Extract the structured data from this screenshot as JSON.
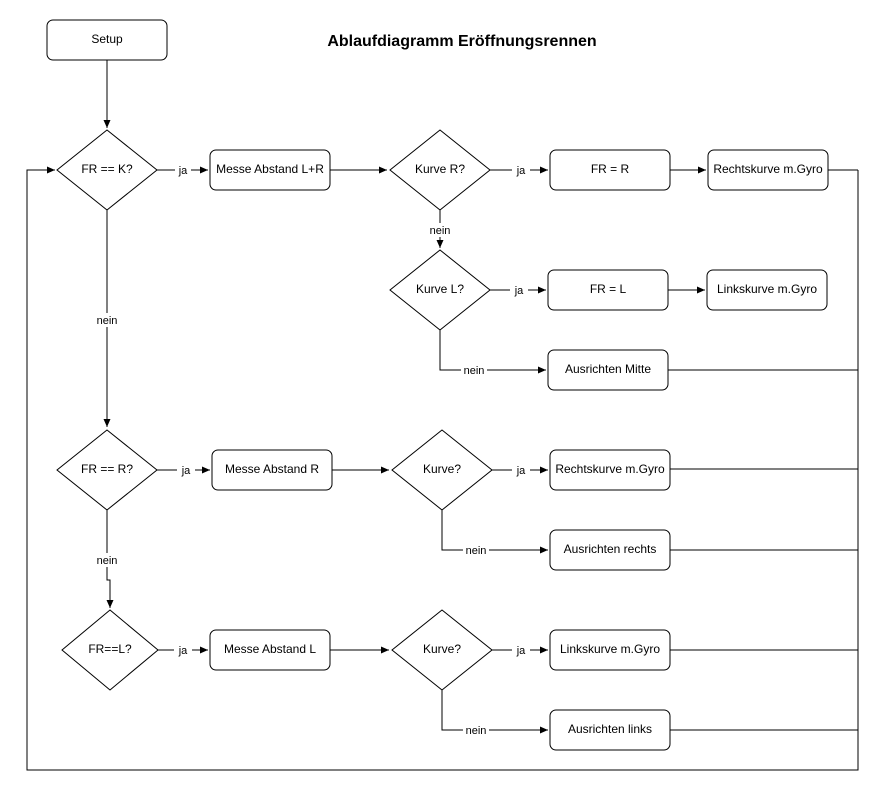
{
  "title": "Ablaufdiagramm Eröffnungsrennen",
  "nodes": {
    "setup": "Setup",
    "fr_k": "FR == K?",
    "messe_lr": "Messe Abstand L+R",
    "kurve_r": "Kurve R?",
    "fr_r_assign": "FR = R",
    "rechtskurve_1": "Rechtskurve m.Gyro",
    "kurve_l": "Kurve L?",
    "fr_l_assign": "FR = L",
    "linkskurve_1": "Linkskurve m.Gyro",
    "ausrichten_mitte": "Ausrichten Mitte",
    "fr_r": "FR == R?",
    "messe_r": "Messe Abstand R",
    "kurve_2": "Kurve?",
    "rechtskurve_2": "Rechtskurve m.Gyro",
    "ausrichten_rechts": "Ausrichten rechts",
    "fr_l": "FR==L?",
    "messe_l": "Messe Abstand L",
    "kurve_3": "Kurve?",
    "linkskurve_2": "Linkskurve m.Gyro",
    "ausrichten_links": "Ausrichten links"
  },
  "labels": {
    "yes": "ja",
    "no": "nein"
  }
}
